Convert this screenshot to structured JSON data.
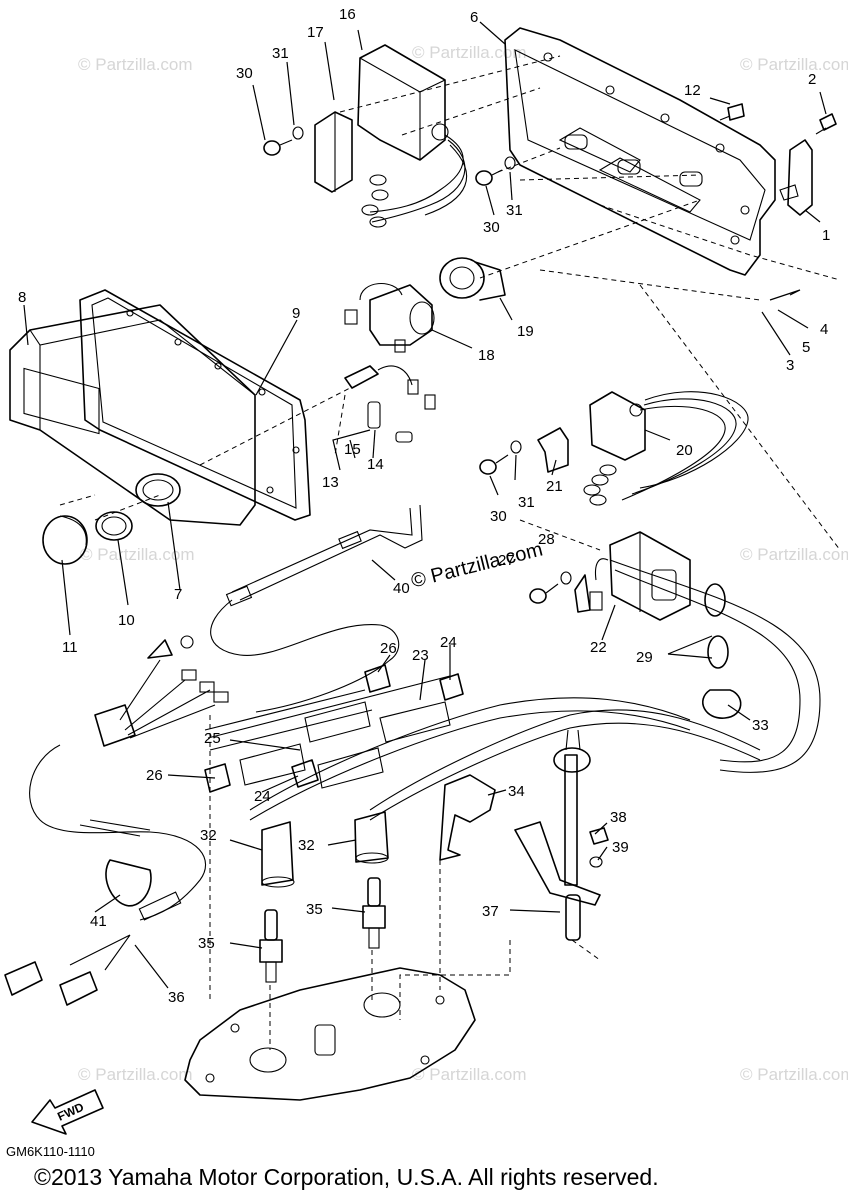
{
  "diagram": {
    "reference_code": "GM6K110-1110",
    "copyright": "©2013 Yamaha Motor Corporation, U.S.A. All rights reserved.",
    "watermark_center": "© Partzilla.com",
    "watermark": "© Partzilla.com",
    "fwd_label": "FWD",
    "callouts": {
      "c1": "1",
      "c2": "2",
      "c3": "3",
      "c4": "4",
      "c5": "5",
      "c6": "6",
      "c7": "7",
      "c8": "8",
      "c9": "9",
      "c10": "10",
      "c11": "11",
      "c12": "12",
      "c13": "13",
      "c14": "14",
      "c15": "15",
      "c16": "16",
      "c17": "17",
      "c18": "18",
      "c19": "19",
      "c20": "20",
      "c21": "21",
      "c22": "22",
      "c23": "23",
      "c24": "24",
      "c25": "25",
      "c26": "26",
      "c27": "27",
      "c28": "28",
      "c29": "29",
      "c30": "30",
      "c31": "31",
      "c32": "32",
      "c33": "33",
      "c34": "34",
      "c35": "35",
      "c36": "36",
      "c37": "37",
      "c38": "38",
      "c39": "39",
      "c40": "40",
      "c41": "41"
    }
  }
}
